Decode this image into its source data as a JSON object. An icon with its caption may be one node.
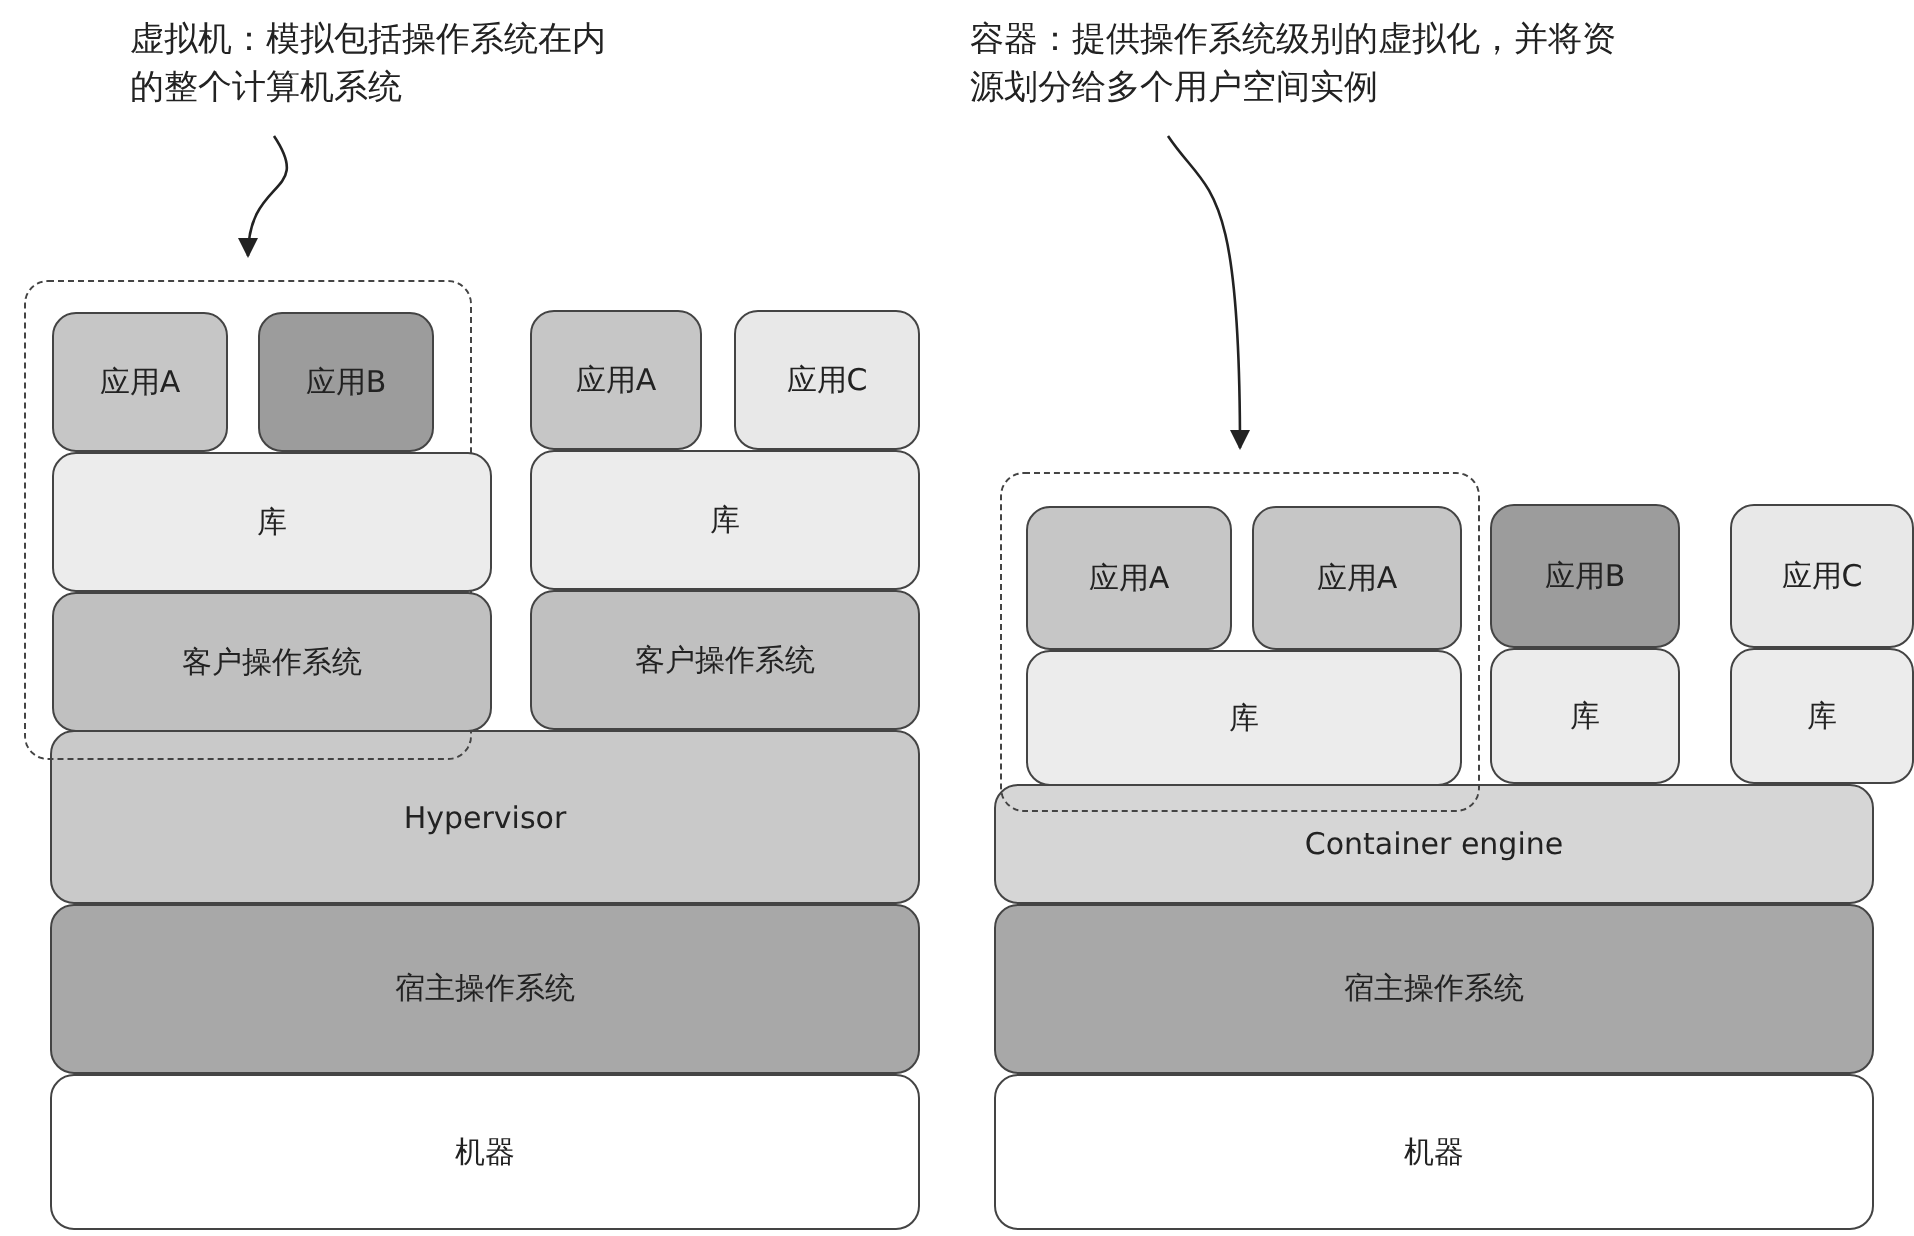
{
  "diagram": {
    "nodes": [
      {
        "text": [
          "虚拟机：模拟包括操作系统在内的整个计算机系统"
        ]
      },
      {
        "text": [],
        "shape": "box"
      },
      {
        "text": [
          "应用A"
        ],
        "in": 1
      },
      {
        "text": [
          "应用B"
        ],
        "in": 1
      },
      {
        "text": [
          "库"
        ],
        "in": 1
      },
      {
        "text": [
          "客户操作系统"
        ],
        "in": 1
      },
      {
        "text": [
          "应用A"
        ]
      },
      {
        "text": [
          "应用C"
        ]
      },
      {
        "text": [
          "库"
        ]
      },
      {
        "text": [
          "客户操作系统"
        ]
      },
      {
        "text": [
          "Hypervisor"
        ]
      },
      {
        "text": [
          "宿主操作系统"
        ]
      },
      {
        "text": [
          "机器"
        ]
      },
      {
        "text": [
          "容器：提供操作系统级别的虚拟化，并将资源划分给多个用户空间实例"
        ]
      },
      {
        "text": [],
        "shape": "box"
      },
      {
        "text": [
          "应用A"
        ],
        "in": 14
      },
      {
        "text": [
          "应用A"
        ],
        "in": 14
      },
      {
        "text": [
          "库"
        ],
        "in": 14
      },
      {
        "text": [
          "应用B"
        ]
      },
      {
        "text": [
          "应用C"
        ]
      },
      {
        "text": [
          "库"
        ]
      },
      {
        "text": [
          "库"
        ]
      },
      {
        "text": [
          "Container engine"
        ]
      },
      {
        "text": [
          "宿主操作系统"
        ]
      },
      {
        "text": [
          "机器"
        ]
      }
    ],
    "edges": [
      {
        "from": 0,
        "to": 1,
        "arrow": "to"
      },
      {
        "from": 13,
        "to": 14,
        "arrow": "to"
      }
    ]
  }
}
